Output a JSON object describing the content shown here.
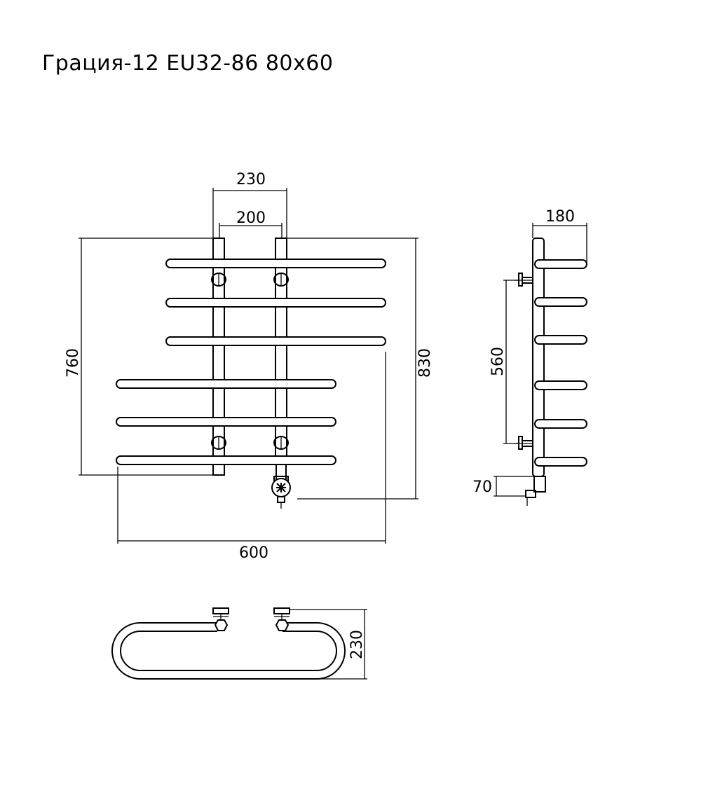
{
  "title": "Грация-12  EU32-86  80x60",
  "dimensions": {
    "front": {
      "post_outer": "230",
      "post_inner": "200",
      "height_left": "760",
      "height_right": "830",
      "width": "600"
    },
    "side": {
      "depth": "180",
      "mount_spacing": "560",
      "connection_height": "70"
    },
    "top": {
      "depth": "230"
    }
  }
}
